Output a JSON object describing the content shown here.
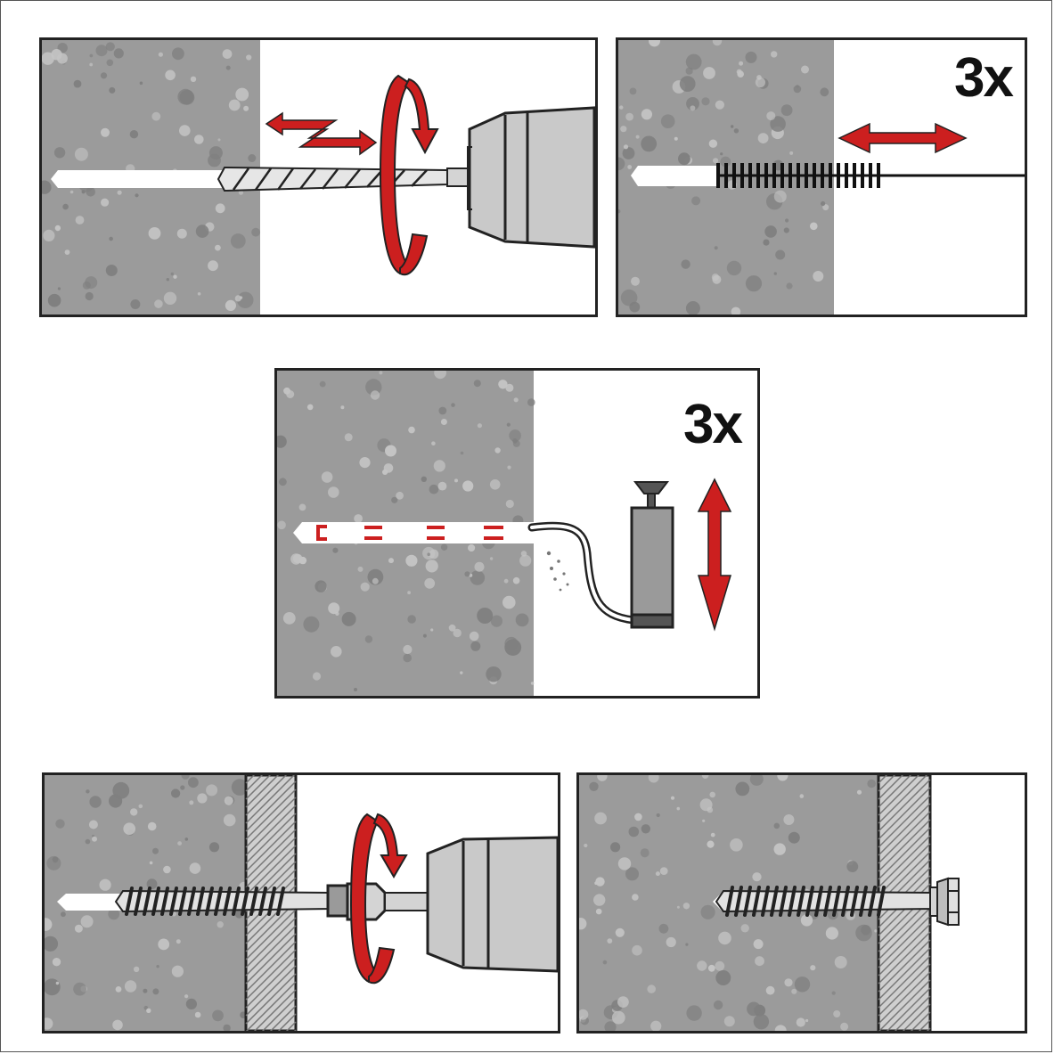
{
  "colors": {
    "concrete": "#9b9b9b",
    "concrete_speck_light": "#c4c4c4",
    "concrete_speck_dark": "#7f7f7f",
    "accent_red": "#cc1f1f",
    "outline": "#222222",
    "metal": "#d4d4d4",
    "metal_dark": "#9a9a9a",
    "hatch": "#777777"
  },
  "steps": [
    {
      "id": "drill",
      "icon": "drill-icon"
    },
    {
      "id": "brush",
      "icon": "brush-icon",
      "count_label": "3x"
    },
    {
      "id": "blow",
      "icon": "blow-pump-icon",
      "count_label": "3x"
    },
    {
      "id": "screw-in",
      "icon": "screwdriver-icon"
    },
    {
      "id": "installed",
      "icon": "anchor-bolt-icon"
    }
  ]
}
